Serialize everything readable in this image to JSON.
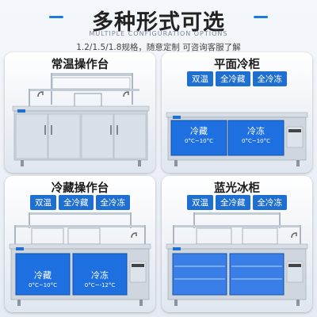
{
  "header": {
    "title": "多种形式可选",
    "subtitle_en": "MULTIPLE CONFIGURATION OPTIONS",
    "subtitle": "1.2/1.5/1.8规格，随意定制 可咨询客服了解"
  },
  "panels": [
    {
      "title": "常温操作台",
      "badges": []
    },
    {
      "title": "平面冷柜",
      "badges": [
        "双温",
        "全冷藏",
        "全冷冻"
      ],
      "doors": [
        {
          "name": "冷藏",
          "range": "0°C~10°C"
        },
        {
          "name": "冷冻",
          "range": "0°C~10°C"
        }
      ]
    },
    {
      "title": "冷藏操作台",
      "badges": [
        "双温",
        "全冷藏",
        "全冷冻"
      ],
      "doors": [
        {
          "name": "冷藏",
          "range": "0°C~10°C"
        },
        {
          "name": "冷冻",
          "range": "0°C~-12°C"
        }
      ]
    },
    {
      "title": "蓝光冰柜",
      "badges": [
        "双温",
        "全冷藏",
        "全冷冻"
      ]
    }
  ],
  "colors": {
    "accent": "#1f6fd0",
    "door_blue": "#1e6fe0",
    "steel": "#c9d0d8"
  }
}
